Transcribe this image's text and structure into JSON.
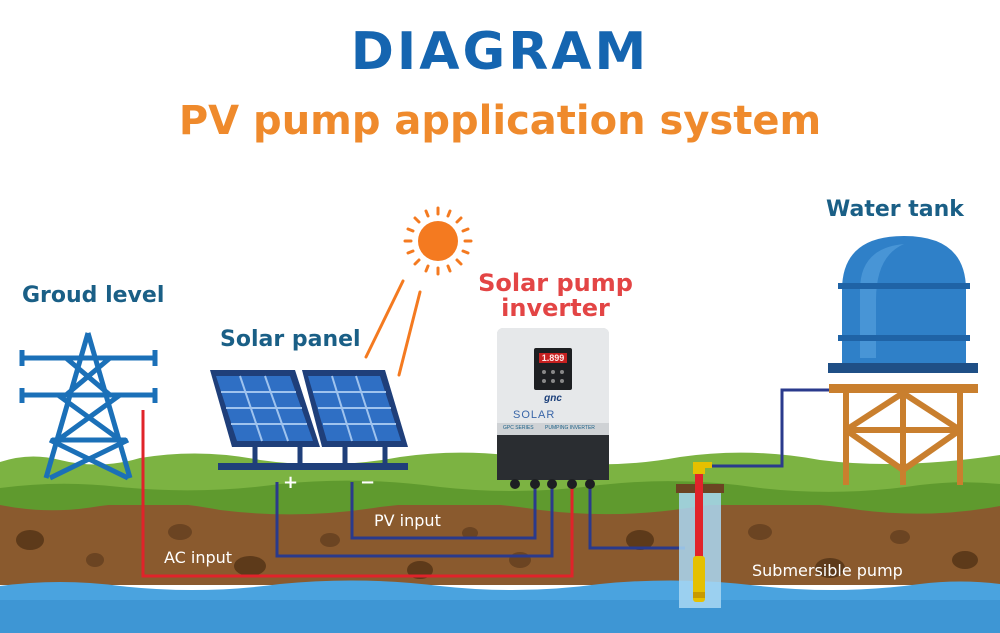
{
  "title": "DIAGRAM",
  "subtitle": "PV pump application system",
  "labels": {
    "ground_level": "Groud level",
    "solar_panel": "Solar panel",
    "inverter_line1": "Solar pump",
    "inverter_line2": "inverter",
    "water_tank": "Water tank",
    "pv_input": "PV input",
    "ac_input": "AC input",
    "submersible_pump": "Submersible pump",
    "plus": "+",
    "minus": "−"
  },
  "inverter": {
    "display_value": "1.899",
    "logo": "gnc",
    "brand": "SOLAR",
    "series": "GPC SERIES",
    "product": "PUMPING INVERTER"
  },
  "colors": {
    "title": "#1565b0",
    "subtitle": "#ef8a2c",
    "label": "#1a5f86",
    "inverter_label": "#e34545",
    "ac_wire": "#e0232a",
    "dc_wire": "#2a3a8c",
    "grass": "#7cb342",
    "soil": "#8a5a2e",
    "water": "#4aa3df",
    "sun": "#f47a20",
    "tank": "#2f80c8",
    "tower": "#c97f2e"
  }
}
